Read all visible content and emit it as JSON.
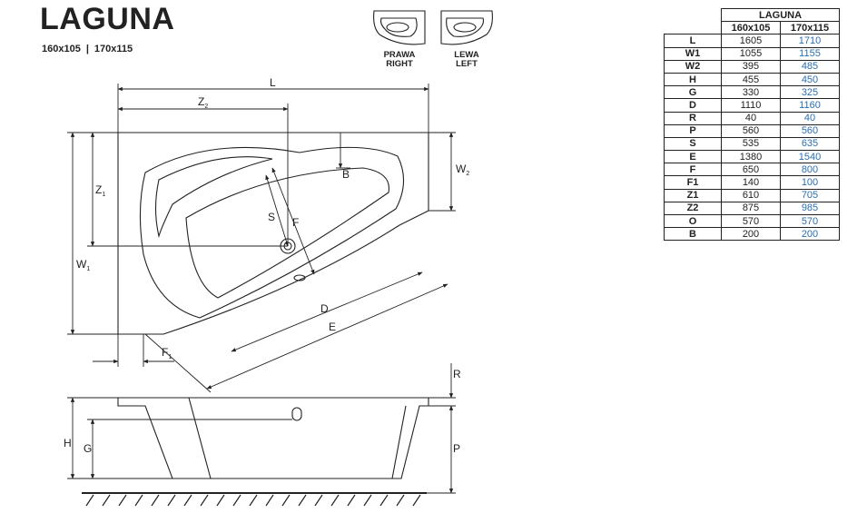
{
  "product": {
    "name": "LAGUNA",
    "size_a": "160x105",
    "size_b": "170x115",
    "separator": "|"
  },
  "orientation": {
    "right": {
      "line1": "PRAWA",
      "line2": "RIGHT"
    },
    "left": {
      "line1": "LEWA",
      "line2": "LEFT"
    }
  },
  "dimension_labels": {
    "L": "L",
    "Z2": "Z",
    "Z2_sub": "2",
    "W2": "W",
    "W2_sub": "2",
    "Z1": "Z",
    "Z1_sub": "1",
    "W1": "W",
    "W1_sub": "1",
    "B": "B",
    "S": "S",
    "F": "F",
    "D": "D",
    "E": "E",
    "F1": "F",
    "F1_sub": "1",
    "R": "R",
    "H": "H",
    "G": "G",
    "P": "P"
  },
  "table": {
    "title": "LAGUNA",
    "col_a": "160x105",
    "col_b": "170x115",
    "rows": [
      {
        "label": "L",
        "a": "1605",
        "b": "1710"
      },
      {
        "label": "W1",
        "a": "1055",
        "b": "1155"
      },
      {
        "label": "W2",
        "a": "395",
        "b": "485"
      },
      {
        "label": "H",
        "a": "455",
        "b": "450"
      },
      {
        "label": "G",
        "a": "330",
        "b": "325"
      },
      {
        "label": "D",
        "a": "1110",
        "b": "1160"
      },
      {
        "label": "R",
        "a": "40",
        "b": "40"
      },
      {
        "label": "P",
        "a": "560",
        "b": "560"
      },
      {
        "label": "S",
        "a": "535",
        "b": "635"
      },
      {
        "label": "E",
        "a": "1380",
        "b": "1540"
      },
      {
        "label": "F",
        "a": "650",
        "b": "800"
      },
      {
        "label": "F1",
        "a": "140",
        "b": "100"
      },
      {
        "label": "Z1",
        "a": "610",
        "b": "705"
      },
      {
        "label": "Z2",
        "a": "875",
        "b": "985"
      },
      {
        "label": "O",
        "a": "570",
        "b": "570"
      },
      {
        "label": "B",
        "a": "200",
        "b": "200"
      }
    ]
  },
  "colors": {
    "line": "#222222",
    "accent_value": "#2a6fb0"
  }
}
